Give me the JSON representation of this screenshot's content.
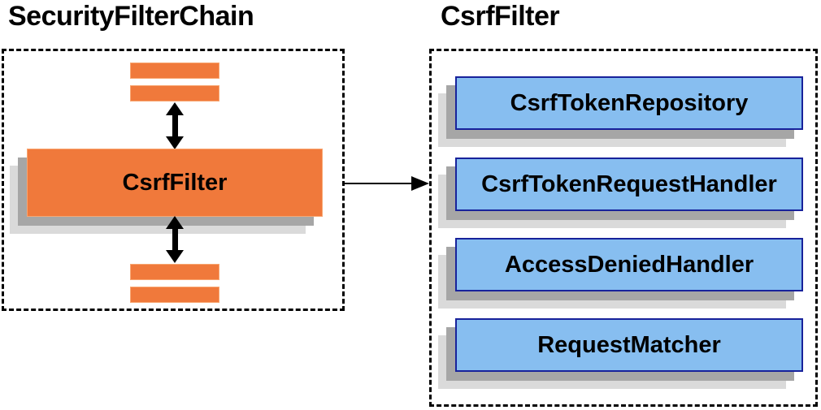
{
  "titles": {
    "left": "SecurityFilterChain",
    "right": "CsrfFilter"
  },
  "security_filter_chain": {
    "filter_label": "CsrfFilter"
  },
  "csrf_filter_components": [
    "CsrfTokenRepository",
    "CsrfTokenRequestHandler",
    "AccessDeniedHandler",
    "RequestMatcher"
  ],
  "colors": {
    "orange": "#F0793B",
    "orange_border": "#F8A671",
    "blue": "#87BEF0",
    "blue_border": "#18229B",
    "shadow_dark": "#A6A6A6",
    "shadow_light": "#DADADA",
    "arrow": "#000000",
    "dashed_border": "#000000"
  }
}
